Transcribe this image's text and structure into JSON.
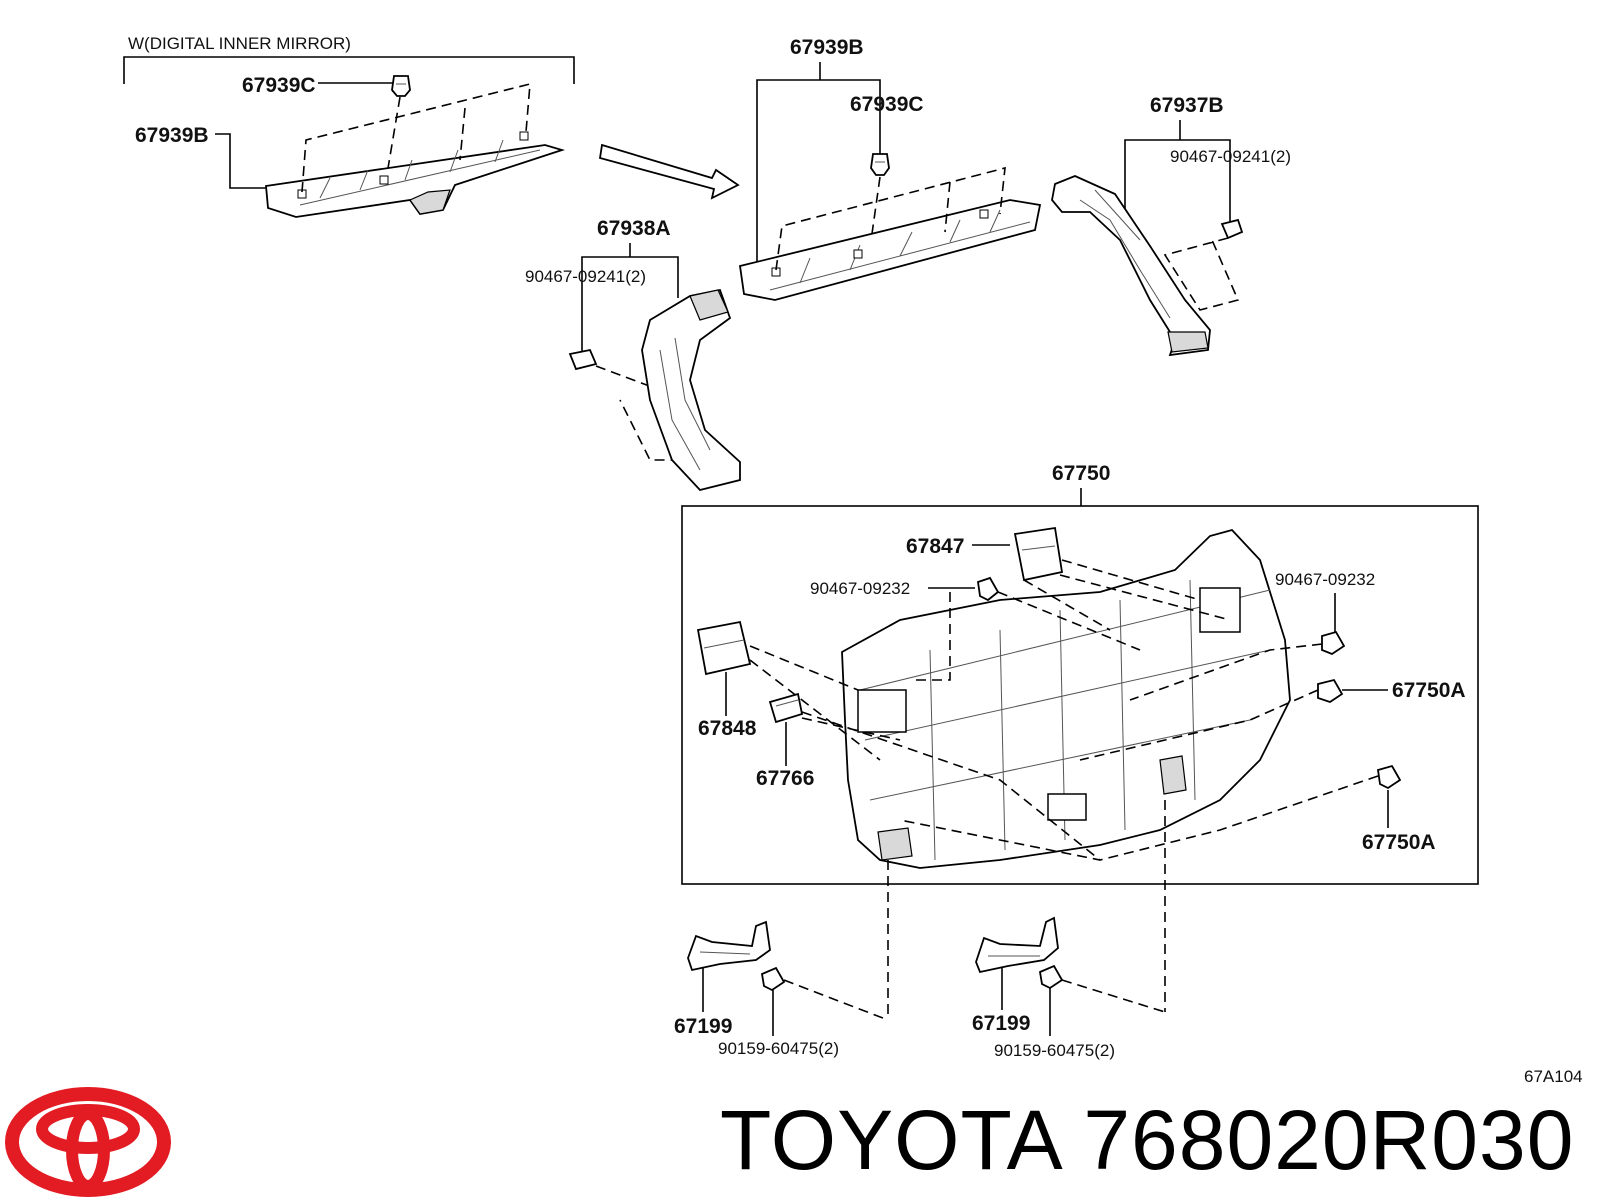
{
  "header_note": "W(DIGITAL INNER MIRROR)",
  "labels": {
    "tl_67939C": "67939C",
    "tl_67939B": "67939B",
    "top_67939B": "67939B",
    "mid_67939C": "67939C",
    "top_67937B": "67937B",
    "clip_right": "90467-09241(2)",
    "top_67938A": "67938A",
    "clip_left": "90467-09241(2)",
    "main_67750": "67750",
    "p67847": "67847",
    "clip_09232_left": "90467-09232",
    "clip_09232_right": "90467-09232",
    "p67750A_upper": "67750A",
    "p67848": "67848",
    "p67766": "67766",
    "p67750A_lower": "67750A",
    "p67199_left": "67199",
    "bolt_left": "90159-60475(2)",
    "p67199_right": "67199",
    "bolt_right": "90159-60475(2)"
  },
  "diagram_code": "67A104",
  "brand": "TOYOTA",
  "part_number": "768020R030",
  "title_line": "TOYOTA 768020R030",
  "logo": {
    "name": "toyota-logo",
    "color": "#e31b23"
  }
}
